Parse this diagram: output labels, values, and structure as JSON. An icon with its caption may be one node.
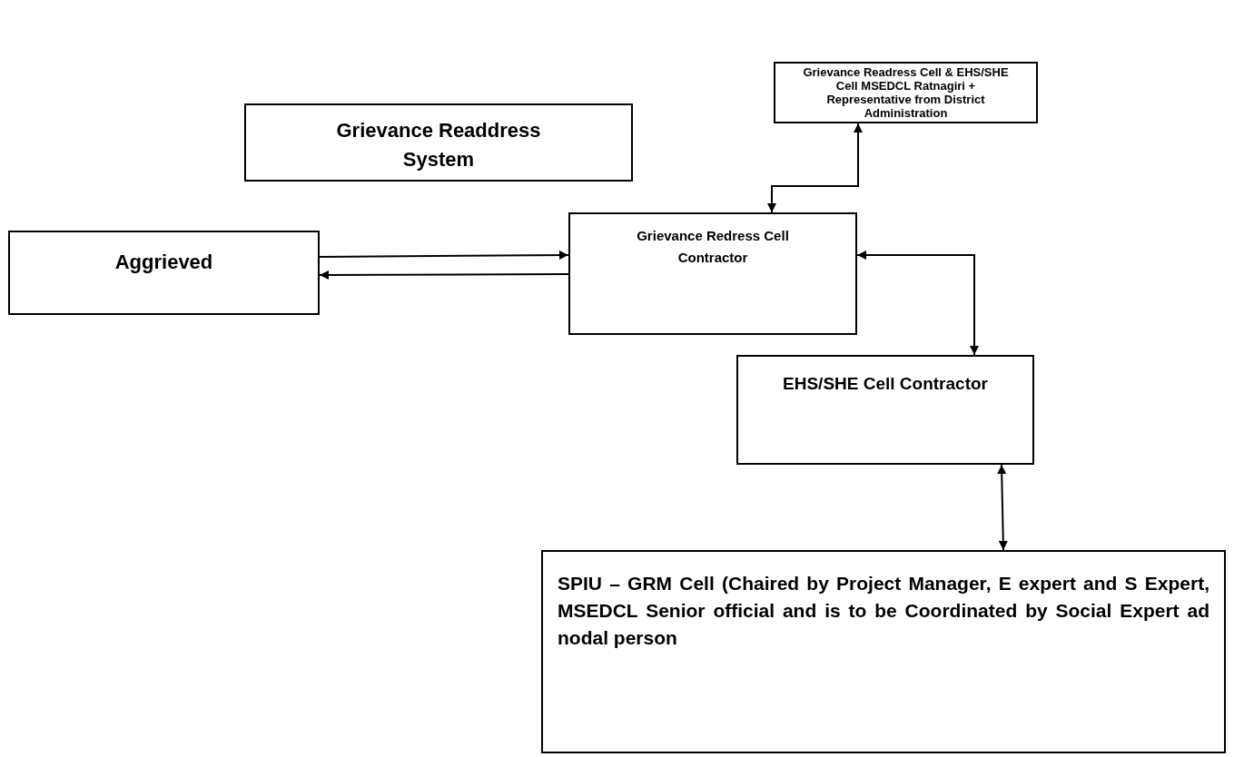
{
  "diagram": {
    "nodes": [
      {
        "text": [
          "Grievance Readress Cell & EHS/SHE Cell MSEDCL Ratnagiri + Representative from District Administration"
        ]
      },
      {
        "text": [
          "Grievance Readdress System"
        ]
      },
      {
        "text": [
          "Aggrieved"
        ]
      },
      {
        "text": [
          "Grievance Redress Cell Contractor"
        ]
      },
      {
        "text": [
          "EHS/SHE Cell Contractor"
        ]
      },
      {
        "text": [
          "SPIU – GRM Cell (Chaired by Project Manager, E expert and S Expert, MSEDCL Senior official and is to be Coordinated by Social Expert ad nodal person"
        ]
      }
    ],
    "edges": [
      {
        "from": 2,
        "to": 3,
        "arrow": "to"
      },
      {
        "from": 3,
        "to": 2,
        "arrow": "to"
      },
      {
        "from": 3,
        "to": 0,
        "arrow": "both"
      },
      {
        "from": 3,
        "to": 4,
        "arrow": "both"
      },
      {
        "from": 4,
        "to": 5,
        "arrow": "both"
      }
    ]
  }
}
